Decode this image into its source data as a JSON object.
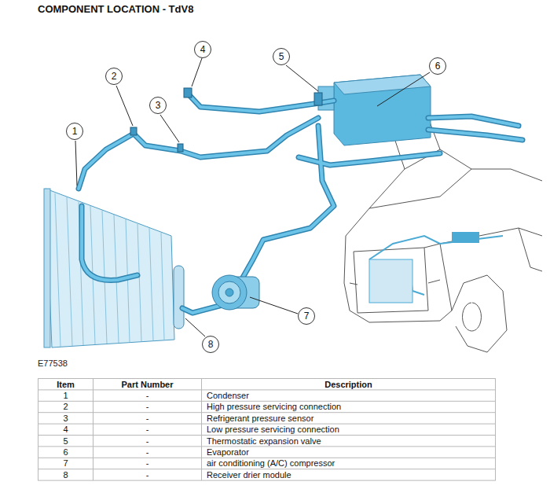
{
  "diagram": {
    "title": "COMPONENT LOCATION - TdV8",
    "labels": [
      "4",
      "5",
      "6",
      "2",
      "3",
      "1",
      "7",
      "8",
      "E77538",
      "Item",
      "Part Number",
      "Description",
      "1",
      "-",
      "Condenser",
      "2",
      "-",
      "High pressure servicing connection",
      "3",
      "-",
      "Refrigerant pressure sensor",
      "4",
      "-",
      "Low pressure servicing connection",
      "5",
      "-",
      "Thermostatic expansion valve",
      "6",
      "-",
      "Evaporator",
      "7",
      "-",
      "air conditioning (A/C) compressor",
      "8",
      "-",
      "Receiver drier module"
    ]
  }
}
